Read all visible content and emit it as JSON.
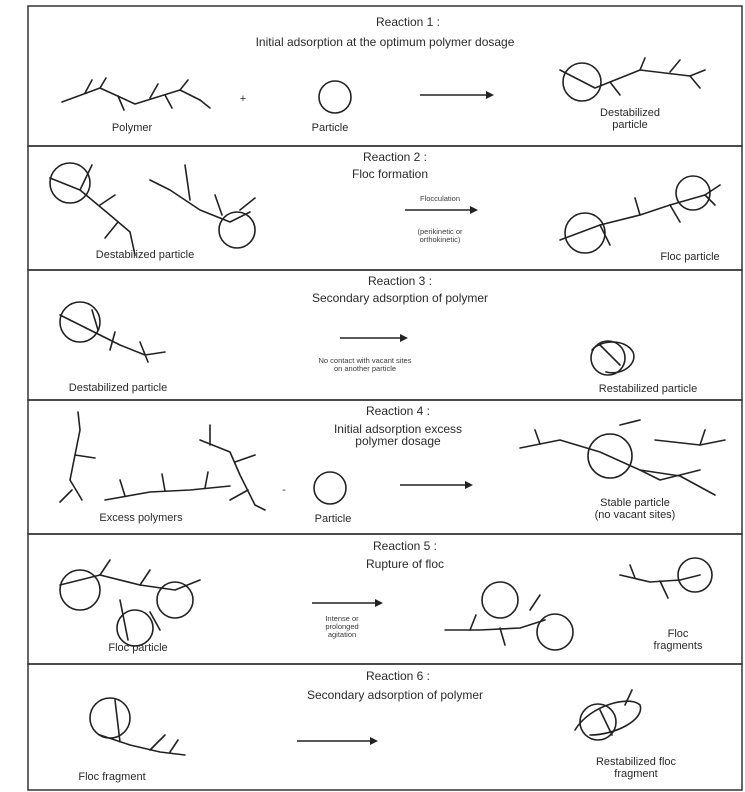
{
  "reactions": [
    {
      "title": "Reaction 1 :",
      "subtitle": "Initial adsorption at the optimum polymer dosage",
      "labels": {
        "left": "Polymer",
        "plus": "+",
        "middle": "Particle",
        "right": "Destabilized\nparticle"
      }
    },
    {
      "title": "Reaction 2 :",
      "subtitle": "Floc formation",
      "labels": {
        "left": "Destabilized particle",
        "arrow_top": "Flocculation",
        "arrow_bottom": "(perikinetic or\northokinetic)",
        "right": "Floc particle"
      }
    },
    {
      "title": "Reaction 3 :",
      "subtitle": "Secondary adsorption of polymer",
      "labels": {
        "left": "Destabilized particle",
        "arrow_bottom": "No contact with vacant sites\non another particle",
        "right": "Restabilized particle"
      }
    },
    {
      "title": "Reaction 4 :",
      "subtitle": "Initial adsorption excess\npolymer dosage",
      "labels": {
        "left": "Excess polymers",
        "plus": "-",
        "middle": "Particle",
        "right": "Stable particle\n(no vacant sites)"
      }
    },
    {
      "title": "Reaction 5 :",
      "subtitle": "Rupture of floc",
      "labels": {
        "left": "Floc particle",
        "arrow_bottom": "Intense or\nprolonged\nagitation",
        "right": "Floc\nfragments"
      }
    },
    {
      "title": "Reaction 6 :",
      "subtitle": "Secondary adsorption of polymer",
      "labels": {
        "left": "Floc fragment",
        "right": "Restabilized floc\nfragment"
      }
    }
  ]
}
